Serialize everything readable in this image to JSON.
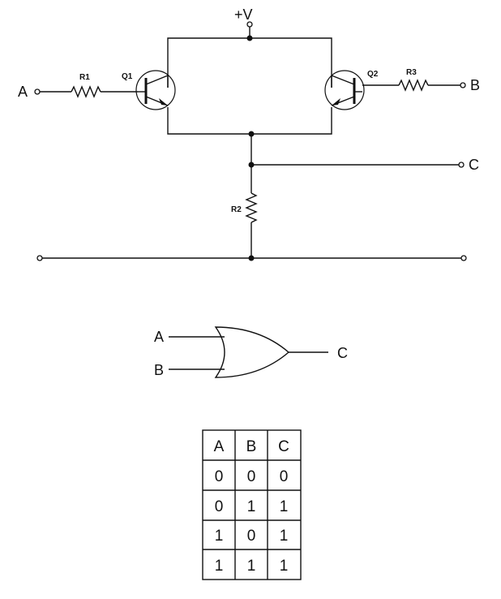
{
  "schematic": {
    "supply_label": "+V",
    "input_a_label": "A",
    "input_b_label": "B",
    "output_c_label": "C",
    "r1_label": "R1",
    "r2_label": "R2",
    "r3_label": "R3",
    "q1_label": "Q1",
    "q2_label": "Q2"
  },
  "gate": {
    "input_a_label": "A",
    "input_b_label": "B",
    "output_label": "C"
  },
  "truth_table": {
    "headers": [
      "A",
      "B",
      "C"
    ],
    "rows": [
      [
        "0",
        "0",
        "0"
      ],
      [
        "0",
        "1",
        "1"
      ],
      [
        "1",
        "0",
        "1"
      ],
      [
        "1",
        "1",
        "1"
      ]
    ]
  }
}
